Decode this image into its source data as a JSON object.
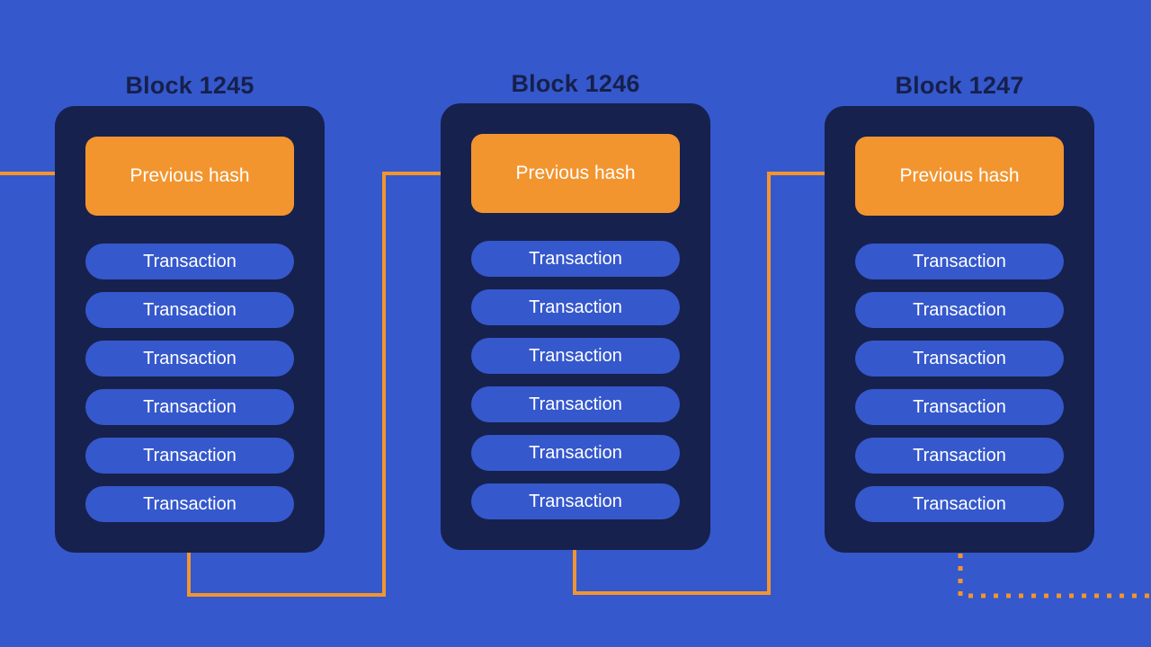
{
  "diagram": {
    "title": "Blockchain block chain diagram",
    "background_color": "#3558CC",
    "block_color": "#17214D",
    "hash_color": "#F2952F",
    "transaction_color": "#3558CC",
    "connector_color": "#F2952F",
    "title_color": "#16204C",
    "text_color": "#FFFFFF"
  },
  "blocks": [
    {
      "title": "Block 1245",
      "hash_label": "Previous hash",
      "transactions": [
        "Transaction",
        "Transaction",
        "Transaction",
        "Transaction",
        "Transaction",
        "Transaction"
      ]
    },
    {
      "title": "Block 1246",
      "hash_label": "Previous hash",
      "transactions": [
        "Transaction",
        "Transaction",
        "Transaction",
        "Transaction",
        "Transaction",
        "Transaction"
      ]
    },
    {
      "title": "Block 1247",
      "hash_label": "Previous hash",
      "transactions": [
        "Transaction",
        "Transaction",
        "Transaction",
        "Transaction",
        "Transaction",
        "Transaction"
      ]
    }
  ],
  "connectors": [
    {
      "name": "incoming-chain-arrow",
      "style": "solid",
      "target": "Block 1245"
    },
    {
      "name": "block-1245-to-1246",
      "style": "solid",
      "target": "Block 1246"
    },
    {
      "name": "block-1246-to-1247",
      "style": "solid",
      "target": "Block 1247"
    },
    {
      "name": "block-1247-to-next",
      "style": "dotted",
      "target": "continues"
    }
  ]
}
